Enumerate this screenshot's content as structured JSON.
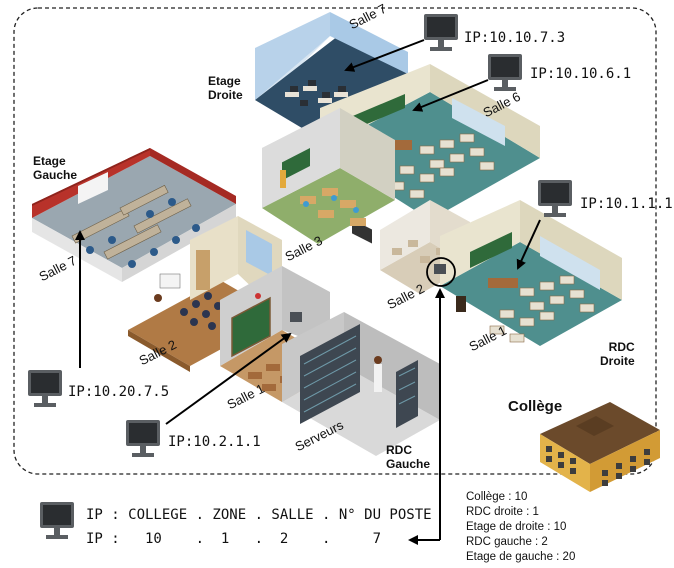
{
  "rooms": {
    "etage_droite_salle7": "Salle 7",
    "etage_droite_salle6": "Salle 6",
    "rdc_droite_salle3": "Salle 3",
    "rdc_droite_salle2": "Salle 2",
    "rdc_droite_salle1": "Salle 1",
    "etage_gauche_salle7": "Salle 7",
    "rdc_gauche_salle2": "Salle 2",
    "rdc_gauche_salle1": "Salle 1",
    "rdc_gauche_serveurs": "Serveurs"
  },
  "zones": {
    "etage_droite_line1": "Etage",
    "etage_droite_line2": "Droite",
    "etage_gauche_line1": "Etage",
    "etage_gauche_line2": "Gauche",
    "rdc_droite_line1": "RDC",
    "rdc_droite_line2": "Droite",
    "rdc_gauche_line1": "RDC",
    "rdc_gauche_line2": "Gauche"
  },
  "ips": {
    "salle7_droite": "IP:10.10.7.3",
    "salle6_droite": "IP:10.10.6.1",
    "salle1_rdc_droite": "IP:10.1.1.1",
    "salle7_gauche": "IP:10.20.7.5",
    "salle1_rdc_gauche": "IP:10.2.1.1"
  },
  "college": {
    "title": "Collège"
  },
  "legend": [
    "Collège : 10",
    "RDC droite : 1",
    "Etage de droite : 10",
    "RDC gauche : 2",
    "Etage de gauche : 20"
  ],
  "formula": {
    "line1": "IP : COLLEGE . ZONE . SALLE . N° DU POSTE",
    "line2": "IP :   10    .  1   .  2    .     7"
  },
  "colors": {
    "floor_teal": "#4f8f8e",
    "floor_wood": "#b07a45",
    "wall_red": "#b8322a",
    "wall_blue": "#a9c9e6",
    "wall_cream": "#e9e4cf",
    "board_green": "#2f6a3a",
    "server_dark": "#3e4751"
  }
}
